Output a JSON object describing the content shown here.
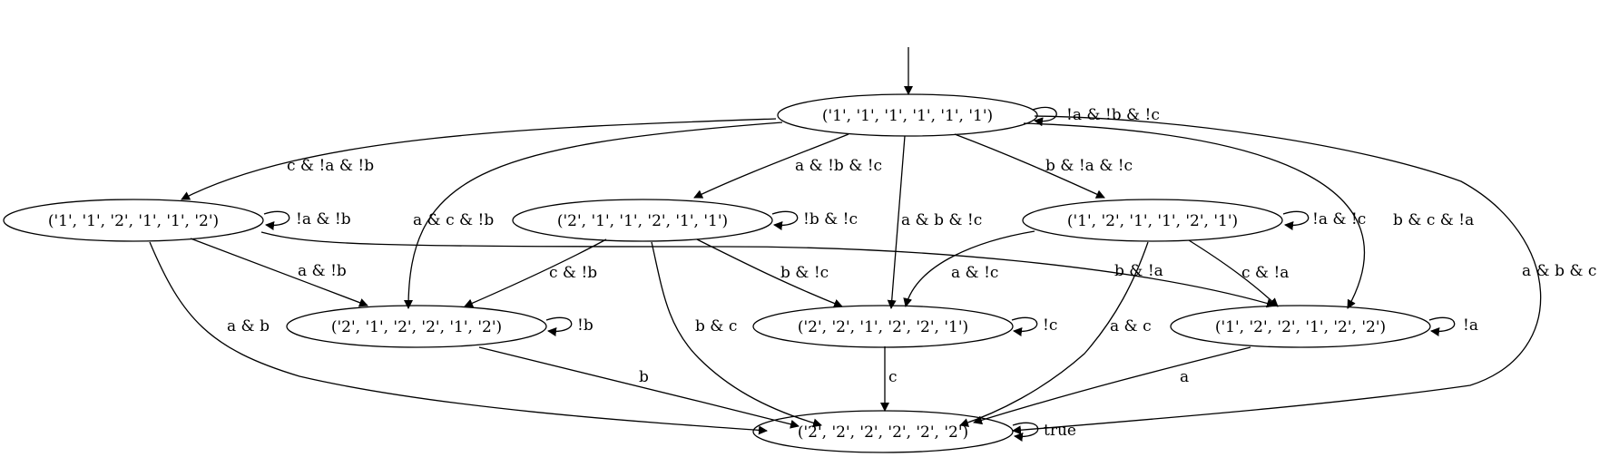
{
  "states": {
    "s0": "('1', '1', '1', '1', '1', '1')",
    "s1": "('1', '1', '2', '1', '1', '2')",
    "s2": "('2', '1', '1', '2', '1', '1')",
    "s3": "('1', '2', '1', '1', '2', '1')",
    "s4": "('2', '1', '2', '2', '1', '2')",
    "s5": "('2', '2', '1', '2', '2', '1')",
    "s6": "('1', '2', '2', '1', '2', '2')",
    "s7": "('2', '2', '2', '2', '2', '2')"
  },
  "transitions": {
    "s0_self": "!a & !b & !c",
    "s0_s1": "c & !a & !b",
    "s0_s4": "a & c & !b",
    "s0_s2": "a & !b & !c",
    "s0_s5": "a & b & !c",
    "s0_s3": "b & !a & !c",
    "s0_s6": "b & c & !a",
    "s0_s7": "a & b & c",
    "s1_self": "!a & !b",
    "s1_s4": "a & !b",
    "s1_s6": "b & !a",
    "s1_s7": "a & b",
    "s2_self": "!b & !c",
    "s2_s4": "c & !b",
    "s2_s5": "b & !c",
    "s2_s7": "b & c",
    "s3_self": "!a & !c",
    "s3_s5": "a & !c",
    "s3_s6": "c & !a",
    "s3_s7": "a & c",
    "s4_self": "!b",
    "s4_s7": "b",
    "s5_self": "!c",
    "s5_s7": "c",
    "s6_self": "!a",
    "s6_s7": "a",
    "s7_self": "true"
  }
}
